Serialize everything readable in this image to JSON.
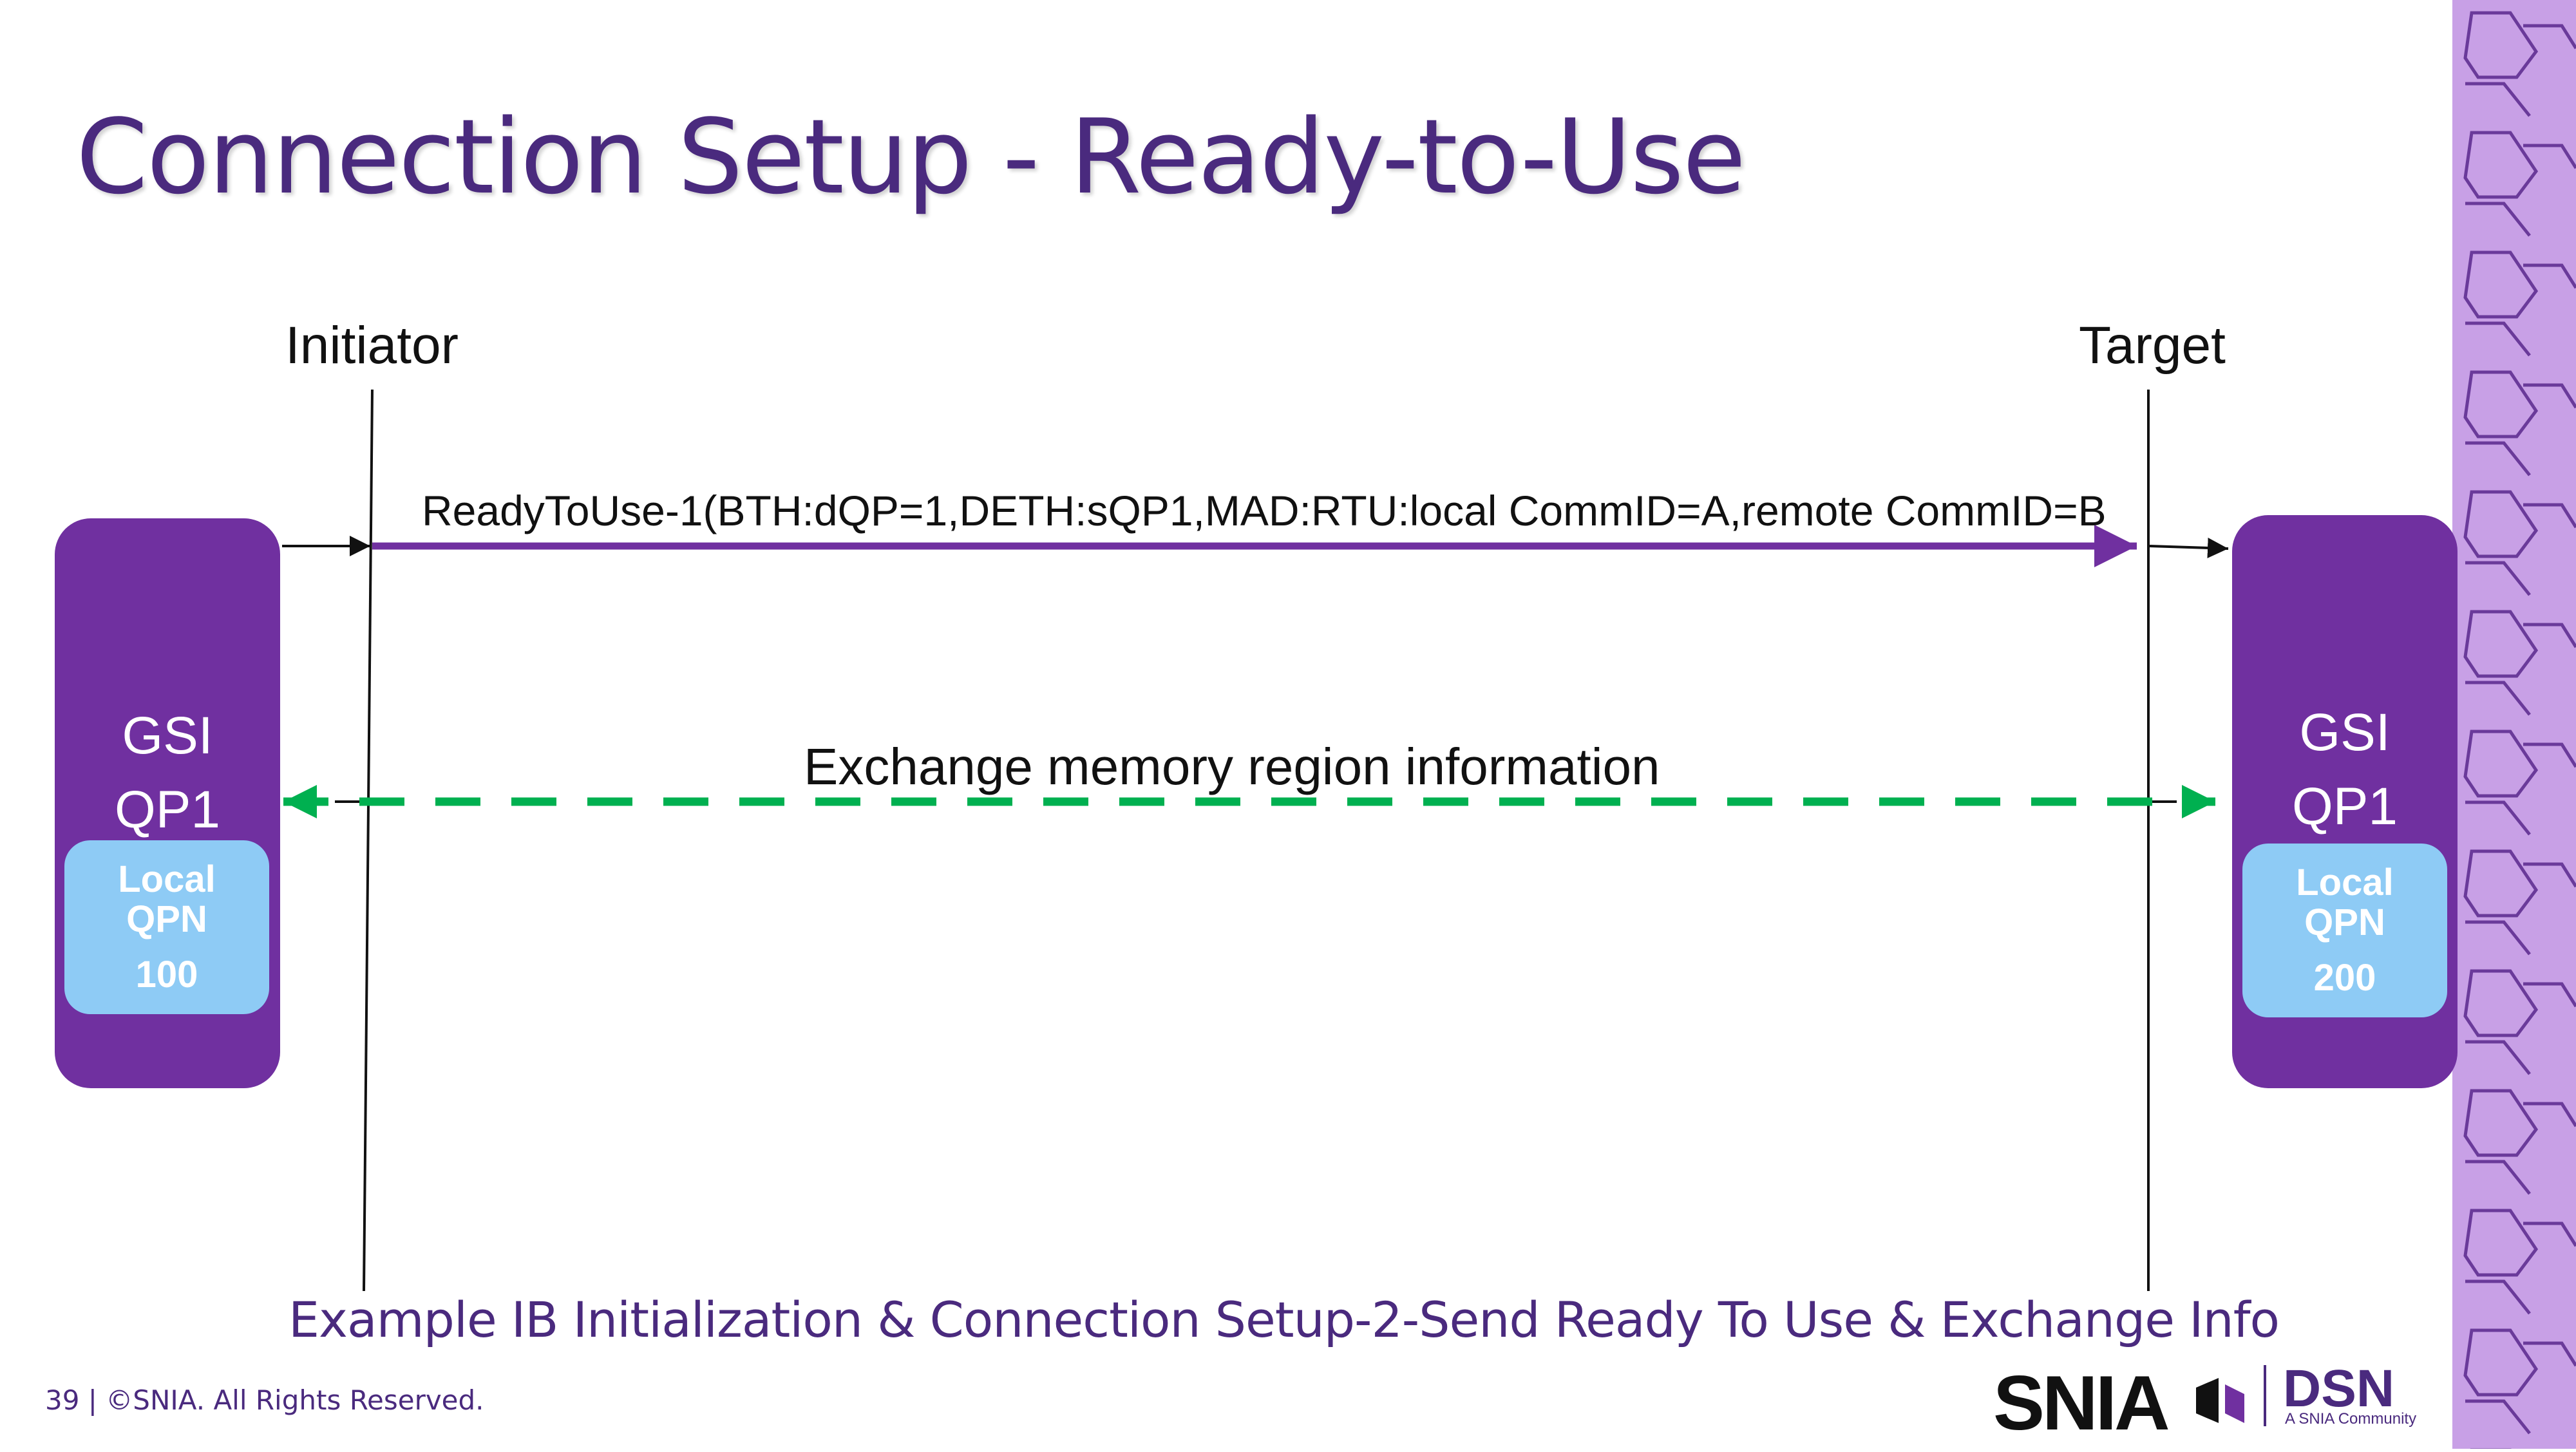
{
  "slide": {
    "title": "Connection Setup - Ready-to-Use",
    "caption": "Example IB Initialization & Connection Setup-2-Send Ready To Use & Exchange Info",
    "footer": "39 | ©SNIA. All Rights Reserved."
  },
  "diagram": {
    "initiator_label": "Initiator",
    "target_label": "Target",
    "message_rtu": "ReadyToUse-1(BTH:dQP=1,DETH:sQP1,MAD:RTU:local CommID=A,remote CommID=B",
    "message_exchange": "Exchange memory region information",
    "left_qp": {
      "line1": "GSI",
      "line2": "QP1",
      "qpn_label1": "Local",
      "qpn_label2": "QPN",
      "qpn_value": "100"
    },
    "right_qp": {
      "line1": "GSI",
      "line2": "QP1",
      "qpn_label1": "Local",
      "qpn_label2": "QPN",
      "qpn_value": "200"
    },
    "colors": {
      "qp_box": "#7030a0",
      "qpn_box": "#8ecbf5",
      "rtu_arrow": "#7030a0",
      "exchange_arrow": "#00b050",
      "title": "#4a2a7e"
    }
  },
  "logos": {
    "snia": "SNIA",
    "dsn": "DSN",
    "dsn_sub": "A SNIA Community"
  }
}
